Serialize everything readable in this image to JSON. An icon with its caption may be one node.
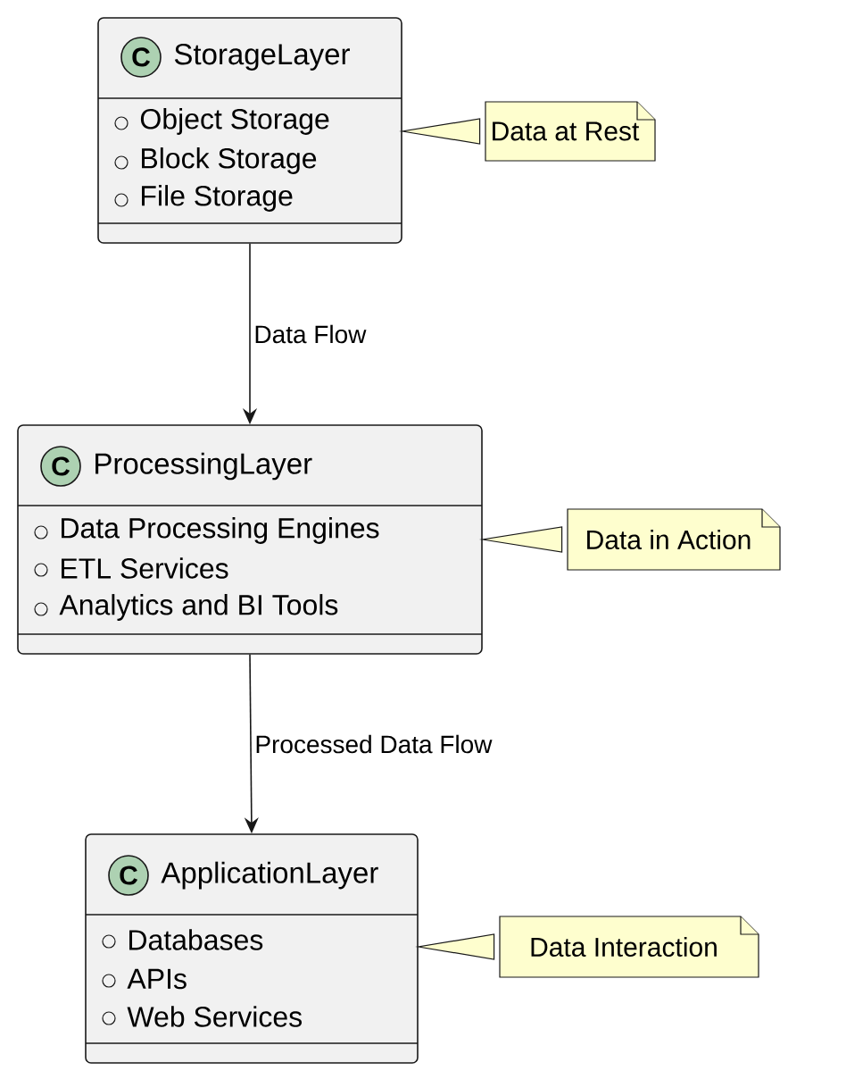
{
  "diagram": {
    "nodes": [
      {
        "text": [
          "C",
          "StorageLayer",
          "Object Storage",
          "Block Storage",
          "File Storage"
        ]
      },
      {
        "text": [
          "Data at Rest"
        ]
      },
      {
        "text": [
          "C",
          "ProcessingLayer",
          "Data Processing Engines",
          "ETL Services",
          "Analytics and BI Tools"
        ]
      },
      {
        "text": [
          "Data in Action"
        ]
      },
      {
        "text": [
          "C",
          "ApplicationLayer",
          "Databases",
          "APIs",
          "Web Services"
        ]
      },
      {
        "text": [
          "Data Interaction"
        ]
      }
    ],
    "edges": [
      {
        "from": 0,
        "to": 2,
        "arrow": "to",
        "label": "Data Flow"
      },
      {
        "from": 2,
        "to": 4,
        "arrow": "to",
        "label": "Processed Data Flow"
      },
      {
        "from": 0,
        "to": 1,
        "arrow": "none"
      },
      {
        "from": 2,
        "to": 3,
        "arrow": "none"
      },
      {
        "from": 4,
        "to": 5,
        "arrow": "none"
      }
    ]
  }
}
